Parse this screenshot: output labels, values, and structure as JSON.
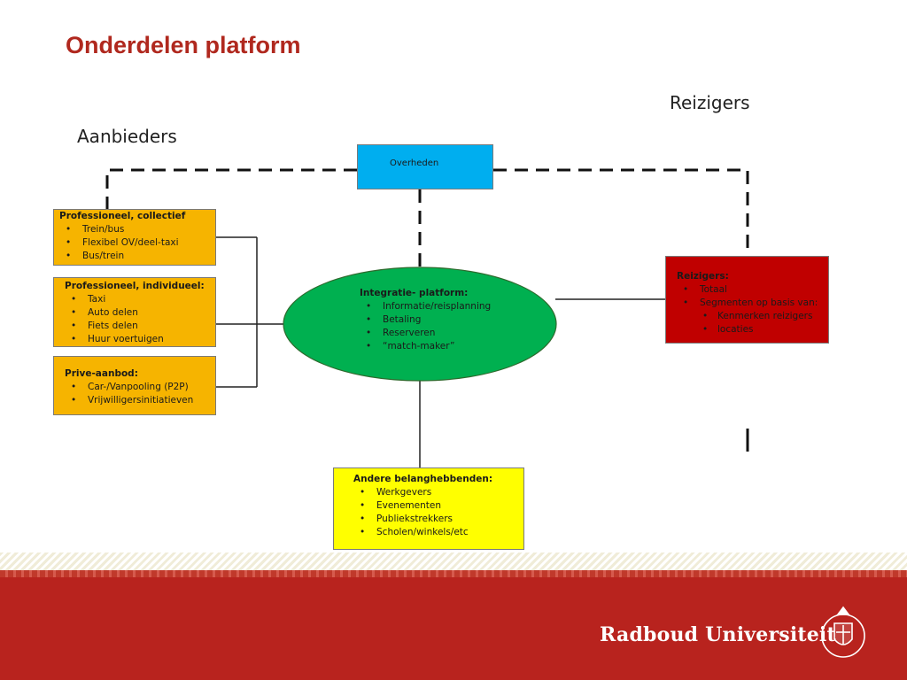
{
  "title": "Onderdelen platform",
  "headings": {
    "providers": "Aanbieders",
    "travellers": "Reizigers"
  },
  "nodes": {
    "governments": {
      "label": "Overheden",
      "color": "#00aeef"
    },
    "collective": {
      "title": "Professioneel, collectief",
      "items": [
        "Trein/bus",
        "Flexibel OV/deel-taxi",
        "Bus/trein"
      ],
      "color": "#f6b400"
    },
    "individual": {
      "title": "Professioneel, individueel:",
      "items": [
        "Taxi",
        "Auto delen",
        "Fiets delen",
        "Huur voertuigen"
      ],
      "color": "#f6b400"
    },
    "private": {
      "title": "Prive-aanbod:",
      "items": [
        "Car-/Vanpooling (P2P)",
        "Vrijwilligersinitiatieven"
      ],
      "color": "#f6b400"
    },
    "platform": {
      "title": "Integratie- platform:",
      "items": [
        "Informatie/reisplanning",
        "Betaling",
        "Reserveren",
        "“match-maker”"
      ],
      "color": "#00b050"
    },
    "travellers": {
      "title": "Reizigers:",
      "items": [
        "Totaal",
        "Segmenten op basis van:"
      ],
      "subitems": [
        "Kenmerken reizigers",
        "locaties"
      ],
      "color": "#c00000"
    },
    "stakeholders": {
      "title": "Andere belanghebbenden:",
      "items": [
        "Werkgevers",
        "Evenementen",
        "Publiekstrekkers",
        "Scholen/winkels/etc"
      ],
      "color": "#ffff00"
    }
  },
  "footer": {
    "brand": "Radboud Universiteit",
    "brand_color": "#b8231e"
  }
}
